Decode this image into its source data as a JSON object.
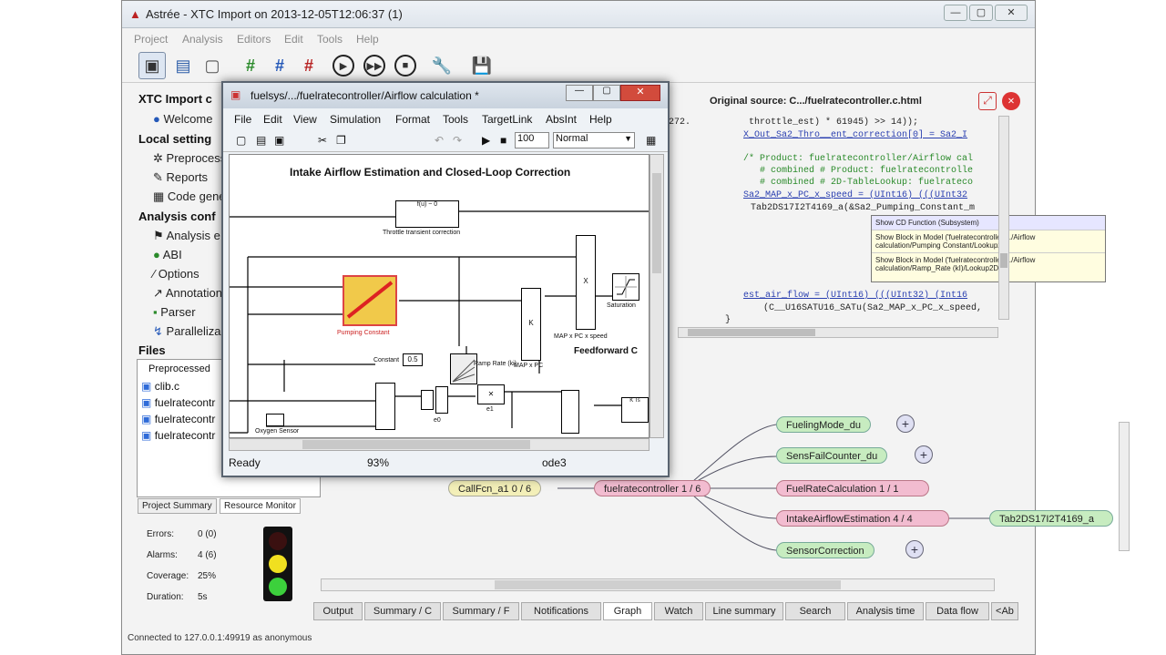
{
  "window": {
    "title": "Astrée - XTC Import on 2013-12-05T12:06:37 (1)",
    "min": "—",
    "max": "▢",
    "close": "✕"
  },
  "menu": [
    "Project",
    "Analysis",
    "Editors",
    "Edit",
    "Tools",
    "Help"
  ],
  "left": {
    "h1": "XTC Import c",
    "welcome": "Welcome",
    "h2": "Local setting",
    "i1": "Preprocess",
    "i2": "Reports",
    "i3": "Code gene",
    "h3": "Analysis conf",
    "a1": "Analysis e",
    "a2": "ABI",
    "a3": "Options",
    "a4": "Annotation",
    "a5": "Parser",
    "a6": "Paralleliza",
    "h4": "Files",
    "files_header": "Preprocessed",
    "files": [
      "clib.c",
      "fuelratecontr",
      "fuelratecontr",
      "fuelratecontr"
    ],
    "tab1": "Project Summary",
    "tab2": "Resource Monitor",
    "errors_label": "Errors:",
    "errors_val": "0 (0)",
    "alarms_label": "Alarms:",
    "alarms_val": "4 (6)",
    "coverage_label": "Coverage:",
    "coverage_val": "25%",
    "duration_label": "Duration:",
    "duration_val": "5s"
  },
  "code": {
    "title": "Original source: C.../fuelratecontroller.c.html",
    "lines": [
      {
        "n": "272.",
        "t": "throttle_est) * 61945) >> 14));"
      },
      {
        "n": "",
        "t": "X_Out_Sa2_Thro__ent_correction[0] = Sa2_I"
      },
      {
        "n": "",
        "t": ""
      },
      {
        "n": "",
        "t": "/* Product: fuelratecontroller/Airflow cal"
      },
      {
        "n": "",
        "t": "   # combined # Product: fuelratecontrolle"
      },
      {
        "n": "",
        "t": "   # combined # 2D-TableLookup: fuelrateco"
      },
      {
        "n": "",
        "t": "Sa2_MAP_x_PC_x_speed = (UInt16) (((UInt32"
      },
      {
        "n": "",
        "t": "Tab2DS17I2T4169_a(&Sa2_Pumping_Constant_m"
      }
    ],
    "tail": [
      {
        "t": "est_air_flow = (UInt16) (((UInt32) (Int16"
      },
      {
        "t": "  (C__U16SATU16_SATu(Sa2_MAP_x_PC_x_speed,"
      },
      {
        "t": "}"
      }
    ],
    "popup": [
      "Show CD Function (Subsystem)",
      "Show Block in Model ('fuelratecontroller/.../Airflow calculation/Pumping Constant/Lookup2D)",
      "Show Block in Model ('fuelratecontroller/.../Airflow calculation/Ramp_Rate (kI)/Lookup2D)"
    ]
  },
  "graph": {
    "n1": "FuelingMode_du",
    "n2": "SensFailCounter_du",
    "n3": "CallFcn_a1  0 / 6",
    "n4": "fuelratecontroller  1 / 6",
    "n5": "FuelRateCalculation  1 / 1",
    "n6": "IntakeAirflowEstimation  4 / 4",
    "n7": "Tab2DS17I2T4169_a",
    "n8": "SensorCorrection"
  },
  "bottom_tabs": [
    "Output",
    "Summary / C",
    "Summary / F",
    "Notifications",
    "Graph",
    "Watch",
    "Line summary",
    "Search",
    "Analysis time",
    "Data flow",
    "<Ab"
  ],
  "status": "Connected to 127.0.0.1:49919 as anonymous",
  "sim": {
    "title": "fuelsys/.../fuelratecontroller/Airflow calculation *",
    "menu": [
      "File",
      "Edit",
      "View",
      "Simulation",
      "Format",
      "Tools",
      "TargetLink",
      "AbsInt",
      "Help"
    ],
    "stop_time": "100",
    "mode": "Normal",
    "diagram_title": "Intake Airflow Estimation and Closed-Loop Correction",
    "feedforward": "Feedforward C",
    "lbl_pumping": "Pumping Constant",
    "lbl_saturation": "Saturation",
    "lbl_ramp": "Ramp Rate (ki)",
    "lbl_constant": "Constant",
    "lbl_oxygen": "Oxygen Sensor",
    "lbl_throttle": "Throttle transient correction",
    "lbl_map": "MAP x PC",
    "lbl_mapspeed": "MAP x PC x speed",
    "lbl_e1": "e1",
    "lbl_e0": "e0",
    "lbl_x": "X",
    "lbl_k": "K",
    "lbl_s": "0.5",
    "status_ready": "Ready",
    "status_zoom": "93%",
    "status_solver": "ode3"
  },
  "colors": {
    "pink": "#f2bcd0",
    "green": "#c7ecc0",
    "yellow": "#f3efb8",
    "blue": "#2f6bd8"
  }
}
